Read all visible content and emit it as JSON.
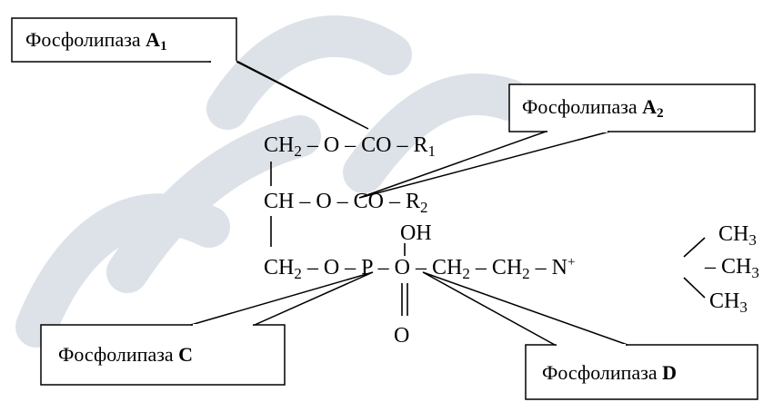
{
  "labels": {
    "a1": {
      "prefix": "Фосфолипаза",
      "letter": "A",
      "index": "1"
    },
    "a2": {
      "prefix": "Фосфолипаза",
      "letter": "A",
      "index": "2"
    },
    "c": {
      "prefix": "Фосфолипаза",
      "letter": "C"
    },
    "d": {
      "prefix": "Фосфолипаза",
      "letter": "D"
    }
  },
  "formula": {
    "row1": {
      "ch": "CH",
      "sub": "2",
      "mid": " – O – CO – R",
      "r": "1"
    },
    "row2": {
      "ch": "CH – O – CO – R",
      "r": "2"
    },
    "oh": "OH",
    "row3": {
      "ch": "CH",
      "sub": "2",
      "mid": " – O – P – O – CH",
      "s2": "2",
      "mid2": " – CH",
      "s3": "2",
      "mid3": " – N",
      "plus": "+"
    },
    "methyl_top": {
      "ch": "CH",
      "sub": "3"
    },
    "methyl_mid": {
      "prefix": "– CH",
      "sub": "3"
    },
    "methyl_bot": {
      "ch": "CH",
      "sub": "3"
    },
    "oxygen": "O"
  },
  "colors": {
    "watermark": "#dde2e8",
    "ink": "#000000"
  }
}
